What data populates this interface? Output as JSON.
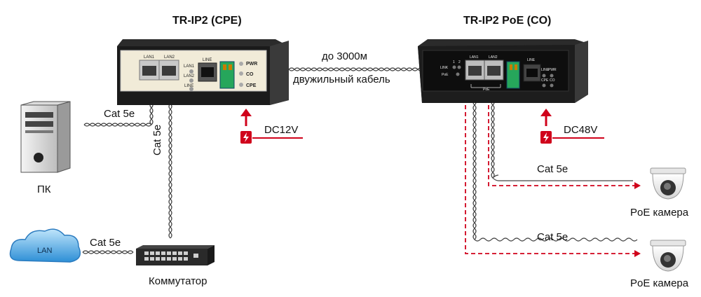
{
  "devices": {
    "cpe_title": "TR-IP2 (CPE)",
    "co_title": "TR-IP2 PoE (CO)",
    "cpe_ports": {
      "lan1": "LAN1",
      "lan2": "LAN2",
      "line": "LINE",
      "led_lan1": "LAN1",
      "led_lan2": "LAN2",
      "led_line": "LINE",
      "pwr": "PWR",
      "co": "CO",
      "cpe": "CPE"
    },
    "co_ports": {
      "lan1": "LAN1",
      "lan2": "LAN2",
      "line": "LINE",
      "link": "LINK",
      "poe": "PoE",
      "poe_bracket": "PoE",
      "num1": "1",
      "num2": "2",
      "led_line": "LINE",
      "led_pwr": "PWR",
      "led_cpe": "CPE",
      "led_co": "CO"
    }
  },
  "link": {
    "distance": "до 3000м",
    "cable": "двужильный кабель"
  },
  "power": {
    "cpe": "DC12V",
    "co": "DC48V",
    "accent_color": "#d0021b"
  },
  "cables": {
    "pc": "Cat 5e",
    "switch_vertical": "Cat 5e",
    "lan": "Cat 5e",
    "camera1": "Cat 5e",
    "camera2": "Cat 5e"
  },
  "endpoints": {
    "pc": "ПК",
    "lan_cloud": "LAN",
    "switch": "Коммутатор",
    "camera1": "PoE камера",
    "camera2": "PoE камера"
  }
}
